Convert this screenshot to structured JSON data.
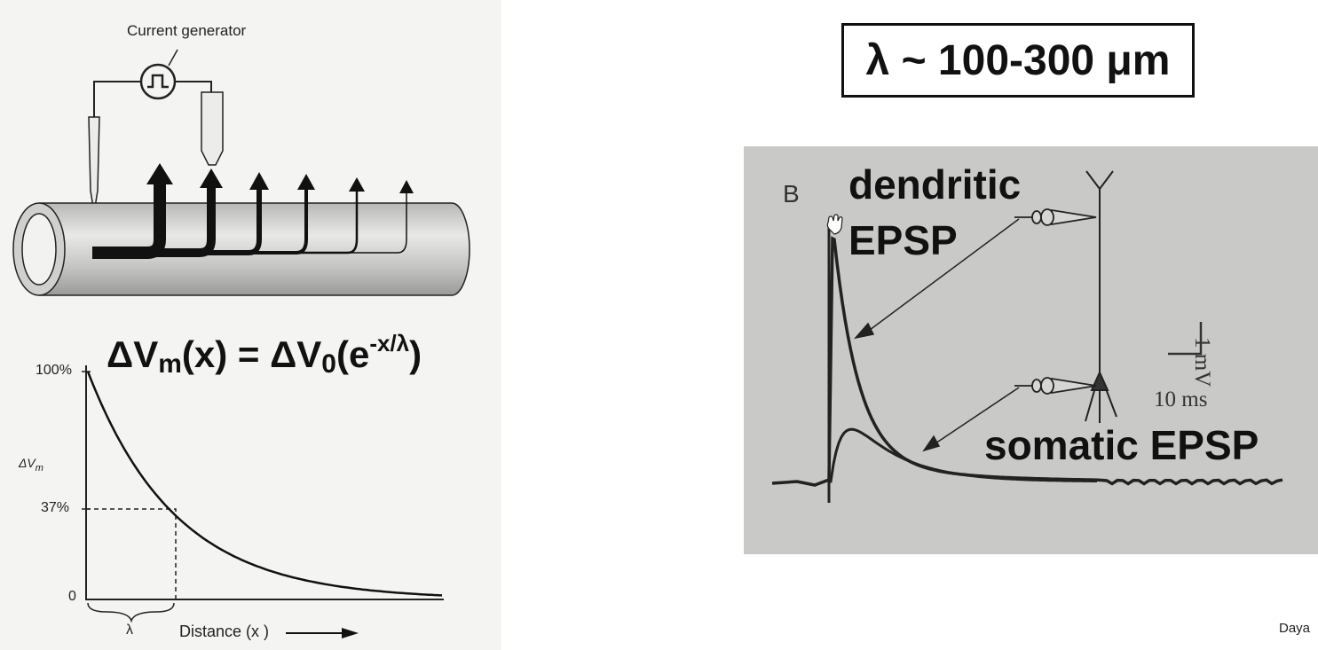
{
  "left_figure": {
    "current_generator_label": "Current generator",
    "formula": {
      "lhs": "ΔV",
      "lhs_sub": "m",
      "lhs_arg": "(x) = ΔV",
      "rhs_sub": "0",
      "rhs_open": "(e",
      "exponent": "-x/λ",
      "rhs_close": ")"
    },
    "graph": {
      "y_tick_100": "100%",
      "y_tick_37": "37%",
      "y_tick_0": "0",
      "y_label": "ΔV",
      "y_label_sub": "m",
      "lambda_label": "λ",
      "x_label": "Distance (x )"
    }
  },
  "lambda_range": "λ ~ 100-300 μm",
  "right_figure": {
    "panel_label": "B",
    "dendritic_label_line1": "dendritic",
    "dendritic_label_line2": "EPSP",
    "somatic_label": "somatic EPSP",
    "scale_voltage": "1 mV",
    "scale_time": "10 ms"
  },
  "citation": "Daya"
}
